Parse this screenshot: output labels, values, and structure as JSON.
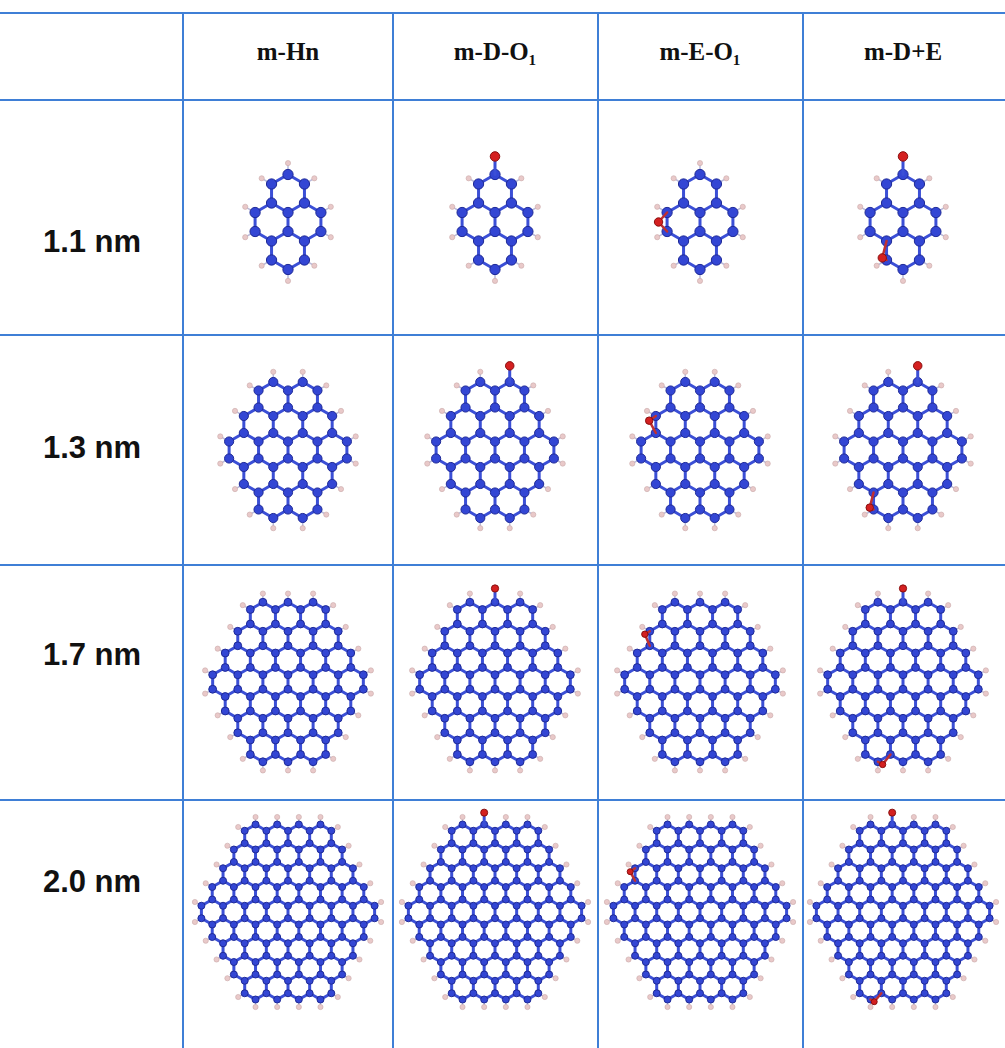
{
  "diagram": {
    "labels": [
      "m-Hn",
      "m-D-O₁",
      "m-E-O₁",
      "m-D+E",
      "1.1 nm",
      "1.3 nm",
      "1.7 nm",
      "2.0 nm"
    ]
  }
}
